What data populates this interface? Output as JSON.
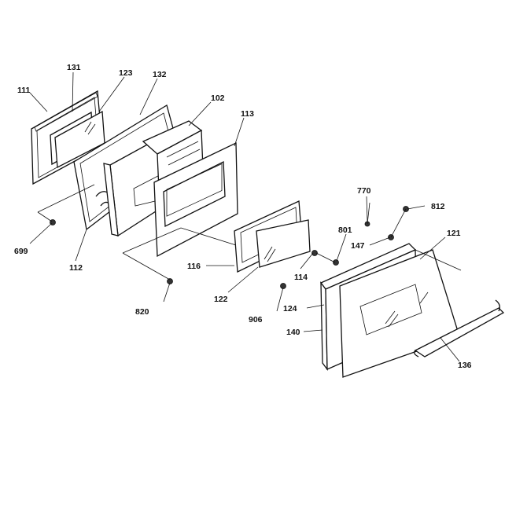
{
  "diagram": {
    "labels": {
      "p111": "111",
      "p131": "131",
      "p123": "123",
      "p132": "132",
      "p102": "102",
      "p113": "113",
      "p699": "699",
      "p112": "112",
      "p116": "116",
      "p820": "820",
      "p122": "122",
      "p114": "114",
      "p801": "801",
      "p906": "906",
      "p770": "770",
      "p812": "812",
      "p147": "147",
      "p121": "121",
      "p124": "124",
      "p140": "140",
      "p136": "136"
    },
    "colors": {
      "line": "#111111",
      "background": "#ffffff"
    }
  }
}
